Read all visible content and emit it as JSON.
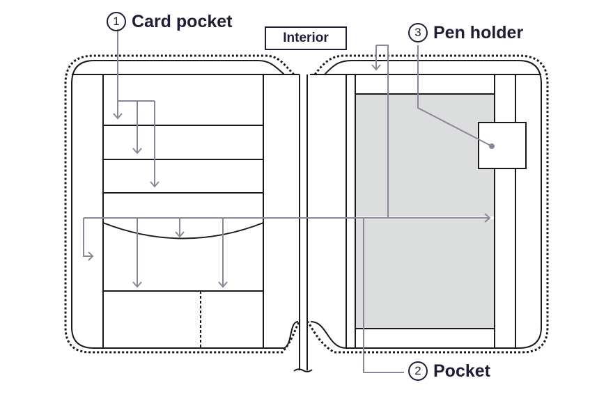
{
  "title": "Interior",
  "labels": [
    {
      "number": "1",
      "text": "Card pocket"
    },
    {
      "number": "2",
      "text": "Pocket"
    },
    {
      "number": "3",
      "text": "Pen holder"
    }
  ],
  "colors": {
    "ink": "#1f1d36",
    "line": "#1a1a1a",
    "arrow": "#8a8898",
    "fill": "#dcdddd"
  }
}
